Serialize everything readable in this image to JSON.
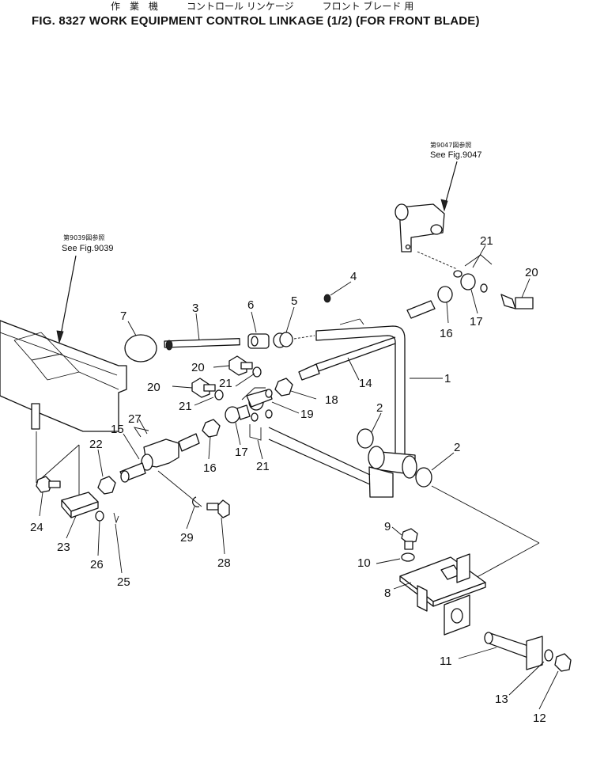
{
  "title": {
    "japanese_line": "作　業　機　　　コントロール リンケージ　　　フロント ブレード 用",
    "figure_line": "FIG. 8327  WORK EQUIPMENT CONTROL LINKAGE (1/2) (FOR FRONT BLADE)"
  },
  "references": [
    {
      "id": "ref-9047",
      "jp": "第9047図参照",
      "en": "See Fig.9047"
    },
    {
      "id": "ref-9039",
      "jp": "第9039図参照",
      "en": "See Fig.9039"
    }
  ],
  "callouts": [
    "1",
    "2",
    "2",
    "3",
    "4",
    "5",
    "6",
    "7",
    "8",
    "9",
    "10",
    "11",
    "12",
    "13",
    "14",
    "15",
    "16",
    "16",
    "17",
    "17",
    "18",
    "19",
    "20",
    "20",
    "20",
    "21",
    "21",
    "21",
    "21",
    "22",
    "23",
    "24",
    "25",
    "26",
    "27",
    "28",
    "29"
  ]
}
